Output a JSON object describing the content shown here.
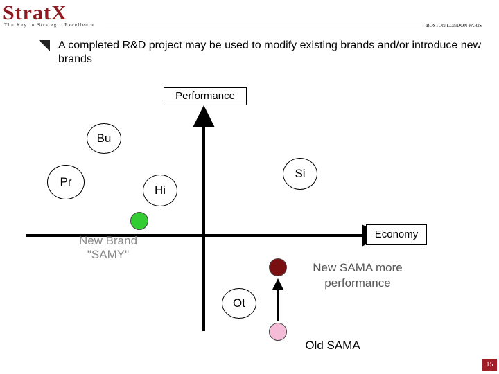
{
  "header": {
    "logo": "StratX",
    "tagline": "The Key to Strategic Excellence",
    "cities": "BOSTON LONDON PARIS"
  },
  "headline": "A completed R&D project may be used to modify existing brands and/or introduce new brands",
  "axes": {
    "vertical_label": "Performance",
    "horizontal_label": "Economy"
  },
  "brands": {
    "bu": "Bu",
    "pr": "Pr",
    "si": "Si",
    "hi": "Hi",
    "ot": "Ot"
  },
  "markers": {
    "new_brand": {
      "label": "New Brand \"SAMY\"",
      "color": "#33cc33"
    },
    "new_sama": {
      "label": "New SAMA more performance",
      "color": "#7a0f12"
    },
    "old_sama": {
      "label": "Old SAMA",
      "color": "#f4bcd6"
    }
  },
  "footer": {
    "page_number": "15"
  }
}
